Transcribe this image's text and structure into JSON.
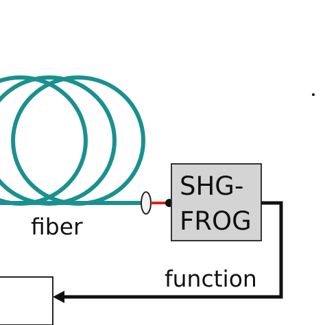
{
  "colors": {
    "fiber": "#1a9090",
    "connector": "#e02020",
    "box_fill": "#d4d4d4",
    "box_stroke": "#333333",
    "line": "#111111",
    "background": "#ffffff"
  },
  "labels": {
    "fiber": "fiber",
    "frog_line1": "SHG-",
    "frog_line2": "FROG",
    "function": "function"
  },
  "icons": {
    "lens": "lens-icon",
    "arrow": "arrow-head-icon",
    "dot": "stray-dot"
  }
}
